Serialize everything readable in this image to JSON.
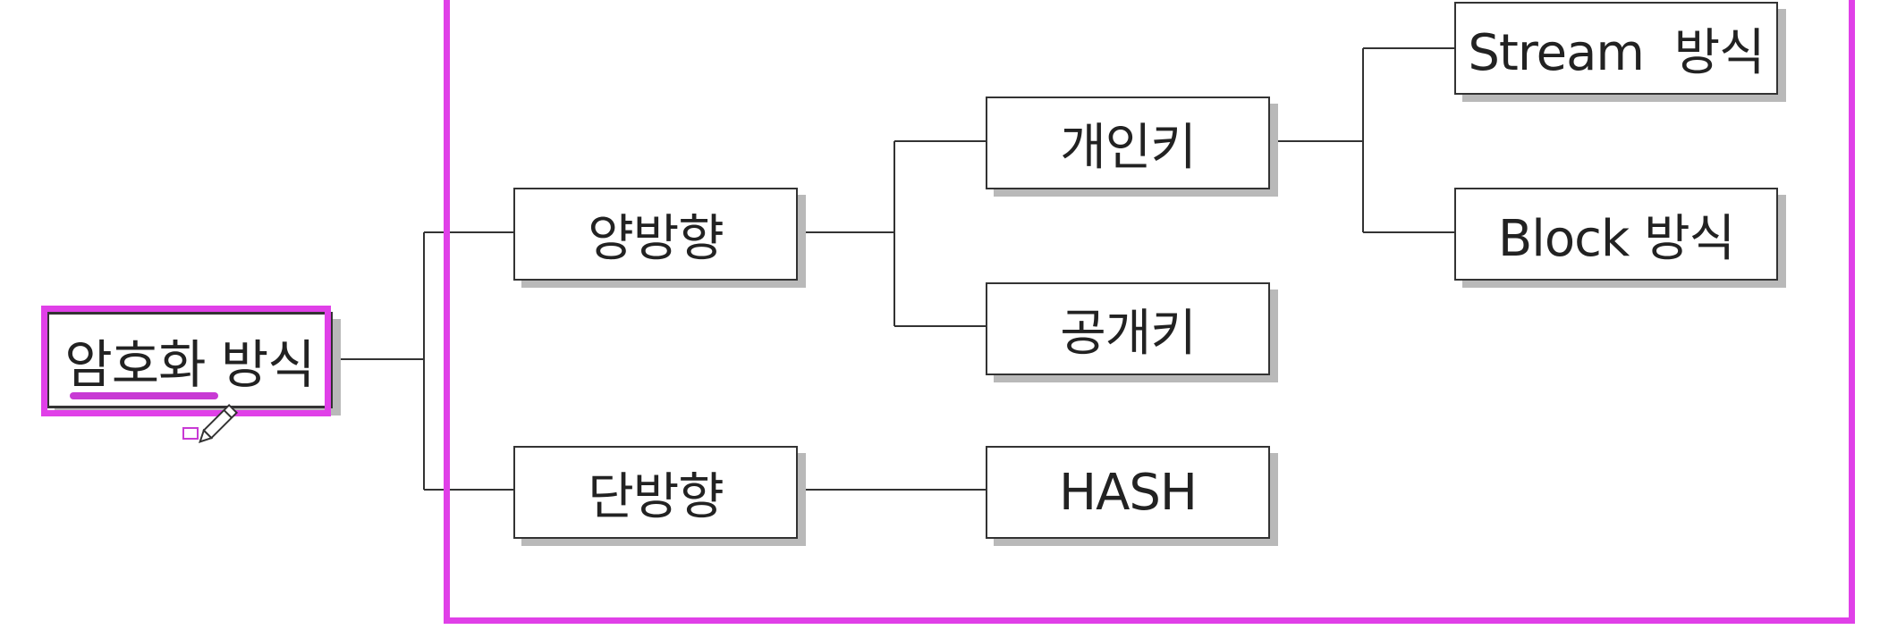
{
  "diagram": {
    "root": {
      "label": "암호화 방식"
    },
    "two_way": {
      "label": "양방향"
    },
    "one_way": {
      "label": "단방향"
    },
    "private_key": {
      "label": "개인키"
    },
    "public_key": {
      "label": "공개키"
    },
    "hash": {
      "label": "HASH"
    },
    "stream": {
      "label": "Stream  방식"
    },
    "block": {
      "label": "Block 방식"
    }
  },
  "annotations": {
    "highlight_color": "#e040e8",
    "underline_color": "#c83ad4",
    "cursor_icon": "pencil-cursor-icon"
  },
  "colors": {
    "box_border": "#333333",
    "box_shadow": "#b9b9b9",
    "line": "#333333",
    "text": "#222222"
  }
}
